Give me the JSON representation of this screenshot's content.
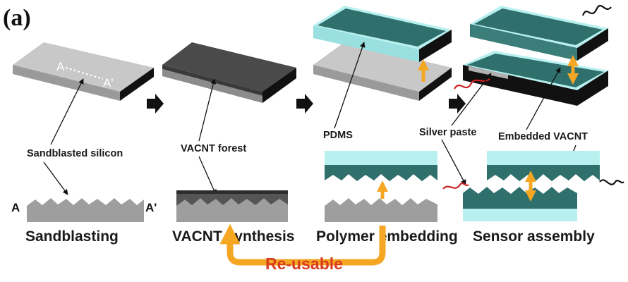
{
  "panel_label": "(a)",
  "stages": [
    {
      "label": "Sandblasting"
    },
    {
      "label": "VACNT synthesis"
    },
    {
      "label": "Polymer embedding"
    },
    {
      "label": "Sensor assembly"
    }
  ],
  "callouts": {
    "sandblasted_silicon": "Sandblasted silicon",
    "vacnt_forest": "VACNT forest",
    "pdms": "PDMS",
    "silver_paste": "Silver paste",
    "embedded_vacnt": "Embedded VACNT"
  },
  "section_marks": {
    "start": "A",
    "end": "A'"
  },
  "reuse_label": "Re-usable",
  "colors": {
    "silicon_top": "#c9c9c9",
    "silicon_side": "#111111",
    "vacnt_dark": "#4a4a4a",
    "pdms_teal": "#2f6f6c",
    "pdms_light": "#b8f0f0",
    "arrow_orange": "#f5a623",
    "reuse_text": "#d93b1f",
    "wire_red": "#cc2222"
  }
}
